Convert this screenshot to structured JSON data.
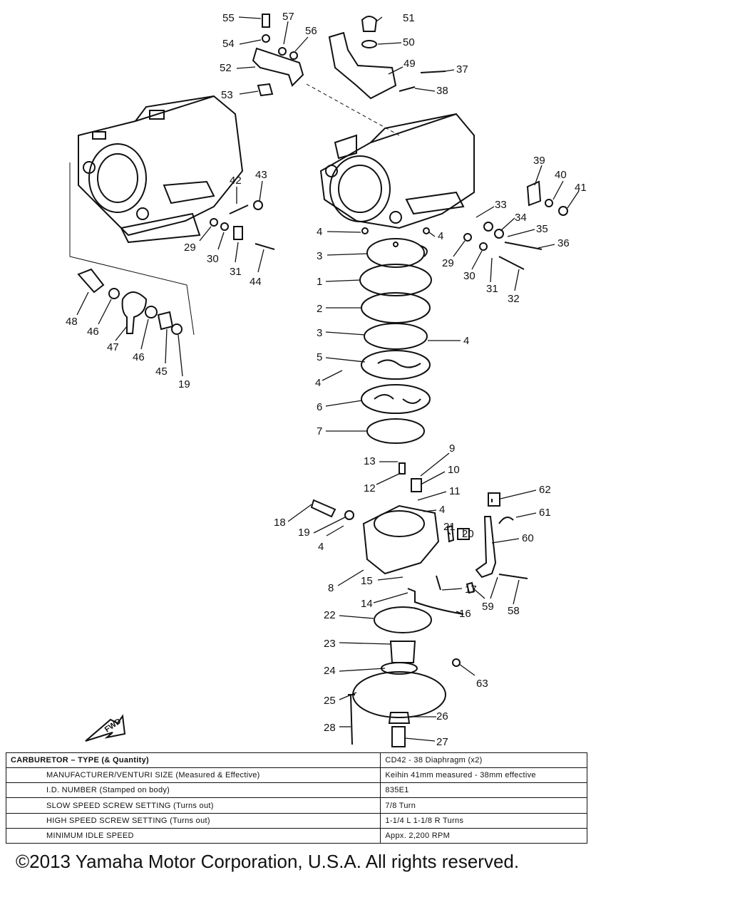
{
  "callouts": [
    "55",
    "57",
    "51",
    "54",
    "56",
    "50",
    "52",
    "49",
    "37",
    "53",
    "38",
    "42",
    "43",
    "39",
    "40",
    "41",
    "33",
    "34",
    "35",
    "36",
    "4",
    "4",
    "3",
    "29",
    "30",
    "31",
    "44",
    "29",
    "30",
    "31",
    "32",
    "1",
    "2",
    "3",
    "4",
    "5",
    "4",
    "48",
    "46",
    "47",
    "46",
    "45",
    "19",
    "6",
    "7",
    "13",
    "9",
    "12",
    "10",
    "11",
    "62",
    "18",
    "19",
    "4",
    "61",
    "21",
    "20",
    "60",
    "4",
    "8",
    "15",
    "17",
    "14",
    "59",
    "58",
    "16",
    "22",
    "23",
    "24",
    "63",
    "25",
    "26",
    "28",
    "27"
  ],
  "fwd_label": "FWD",
  "table": {
    "rows": [
      {
        "label": "CARBURETOR – TYPE (& Quantity)",
        "value": "CD42 - 38 Diaphragm (x2)"
      },
      {
        "label": "MANUFACTURER/VENTURI SIZE (Measured & Effective)",
        "value": "Keihin      41mm measured - 38mm effective"
      },
      {
        "label": "I.D. NUMBER (Stamped on body)",
        "value": "835E1"
      },
      {
        "label": "SLOW SPEED SCREW SETTING (Turns out)",
        "value": "7/8 Turn"
      },
      {
        "label": "HIGH SPEED SCREW SETTING (Turns out)",
        "value": "1-1/4 L      1-1/8 R Turns"
      },
      {
        "label": "MINIMUM IDLE SPEED",
        "value": "Appx. 2,200 RPM"
      }
    ]
  },
  "copyright": "©2013 Yamaha Motor Corporation, U.S.A. All rights reserved."
}
